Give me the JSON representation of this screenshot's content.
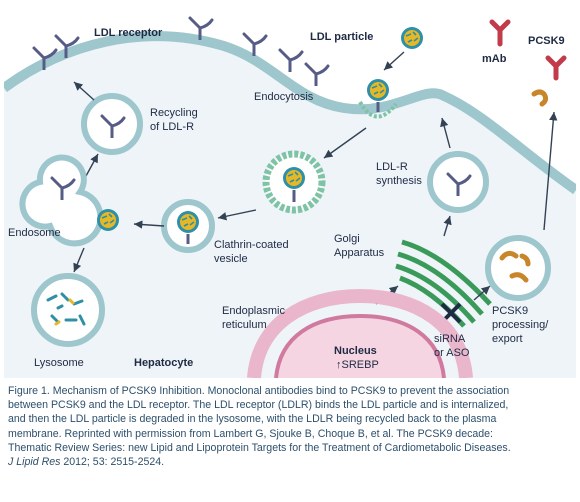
{
  "diagram": {
    "labels": {
      "ldl_receptor": "LDL receptor",
      "ldl_particle": "LDL particle",
      "mab": "mAb",
      "pcsk9": "PCSK9",
      "recycling_1": "Recycling",
      "recycling_2": "of LDL-R",
      "endocytosis": "Endocytosis",
      "ldlr_synthesis_1": "LDL-R",
      "ldlr_synthesis_2": "synthesis",
      "endosome": "Endosome",
      "clathrin_1": "Clathrin-coated",
      "clathrin_2": "vesicle",
      "golgi_1": "Golgi",
      "golgi_2": "Apparatus",
      "er_1": "Endoplasmic",
      "er_2": "reticulum",
      "pcsk9_processing_1": "PCSK9",
      "pcsk9_processing_2": "processing/",
      "pcsk9_processing_3": "export",
      "sirna_1": "siRNA",
      "sirna_2": "or ASO",
      "lysosome": "Lysosome",
      "hepatocyte": "Hepatocyte",
      "nucleus": "Nucleus",
      "srebp": "↑SREBP"
    },
    "colors": {
      "cytoplasm": "#eef4f7",
      "membrane": "#9dc6cd",
      "receptor": "#565c86",
      "particle_core": "#e7b825",
      "particle_ring": "#2f8fa6",
      "clathrin": "#7fc3a6",
      "golgi": "#3a9a5a",
      "pcsk9": "#c9852a",
      "mab": "#c23b4a",
      "nucleus": "#cf7a9e",
      "arrow": "#334155"
    }
  },
  "caption": {
    "lines": [
      "Figure 1. Mechanism of PCSK9 Inhibition. Monoclonal antibodies bind to PCSK9 to prevent the association",
      "between PCSK9 and the LDL receptor. The LDL receptor (LDLR) binds the LDL particle and is internalized,",
      "and then the LDL particle is degraded in the lysosome, with the LDLR being recycled back to the plasma",
      "membrane. Reprinted with permission from Lambert G, Sjouke B, Choque B, et al. The PCSK9 decade:",
      "Thematic Review Series: new Lipid and Lipoprotein Targets for the Treatment of Cardiometabolic Diseases."
    ],
    "journal": "J Lipid Res",
    "citation": " 2012; 53: 2515-2524."
  }
}
